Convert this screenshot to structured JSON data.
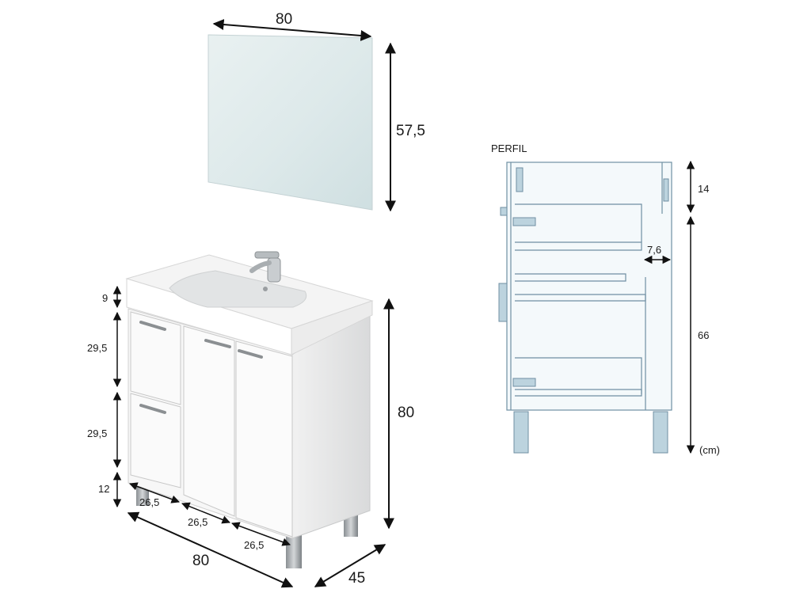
{
  "mirror": {
    "width_label": "80",
    "height_label": "57,5"
  },
  "cabinet": {
    "height_label": "80",
    "width_label": "80",
    "depth_label": "45",
    "left_heights": [
      "9",
      "29,5",
      "29,5",
      "12"
    ],
    "door_widths": [
      "26,5",
      "26,5",
      "26,5"
    ]
  },
  "profile": {
    "title": "PERFIL",
    "top_label": "14",
    "body_label": "66",
    "offset_label": "7,6",
    "unit_label": "(cm)"
  },
  "colors": {
    "ink": "#111111",
    "profile_line": "#6f8fa3",
    "profile_fill": "#bcd3de",
    "cabinet_white": "#ffffff"
  }
}
